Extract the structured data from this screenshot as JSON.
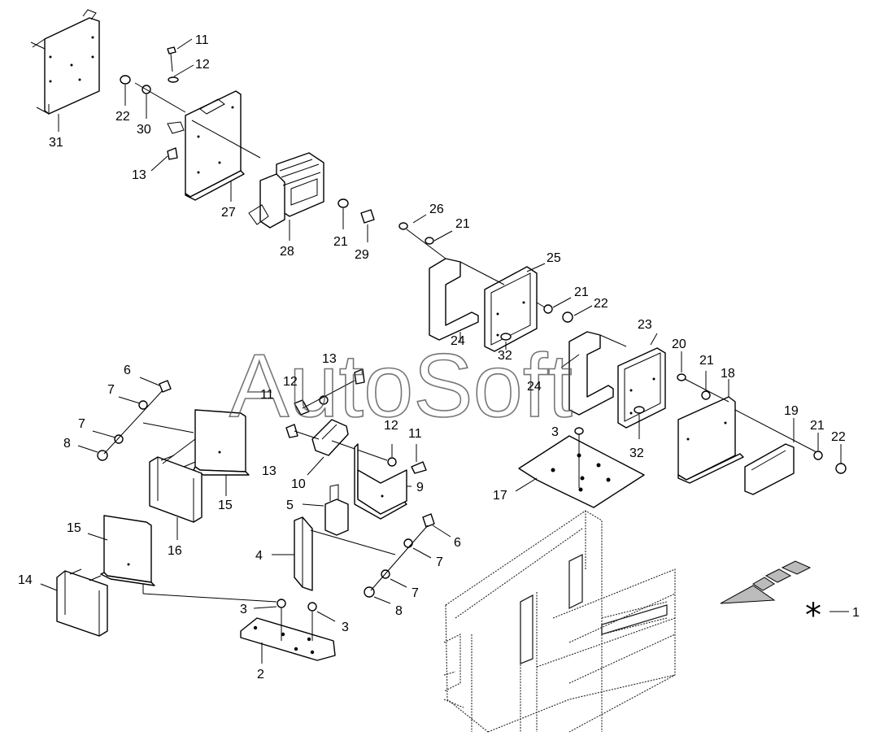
{
  "watermark": "AutoSoft",
  "legend_star": "*",
  "callouts": {
    "c1": "1",
    "c2": "2",
    "c3a": "3",
    "c3b": "3",
    "c3c": "3",
    "c4": "4",
    "c5": "5",
    "c6a": "6",
    "c6b": "6",
    "c7a": "7",
    "c7b": "7",
    "c7c": "7",
    "c7d": "7",
    "c8a": "8",
    "c8b": "8",
    "c9": "9",
    "c10": "10",
    "c11a": "11",
    "c11b": "11",
    "c11c": "11",
    "c12a": "12",
    "c12b": "12",
    "c12c": "12",
    "c13a": "13",
    "c13b": "13",
    "c13c": "13",
    "c14": "14",
    "c15a": "15",
    "c15b": "15",
    "c16": "16",
    "c17": "17",
    "c18": "18",
    "c19": "19",
    "c20": "20",
    "c21a": "21",
    "c21b": "21",
    "c21c": "21",
    "c21d": "21",
    "c21e": "21",
    "c22a": "22",
    "c22b": "22",
    "c22c": "22",
    "c23": "23",
    "c24a": "24",
    "c24b": "24",
    "c25": "25",
    "c26": "26",
    "c27": "27",
    "c28": "28",
    "c29": "29",
    "c30": "30",
    "c31": "31",
    "c32a": "32",
    "c32b": "32"
  }
}
